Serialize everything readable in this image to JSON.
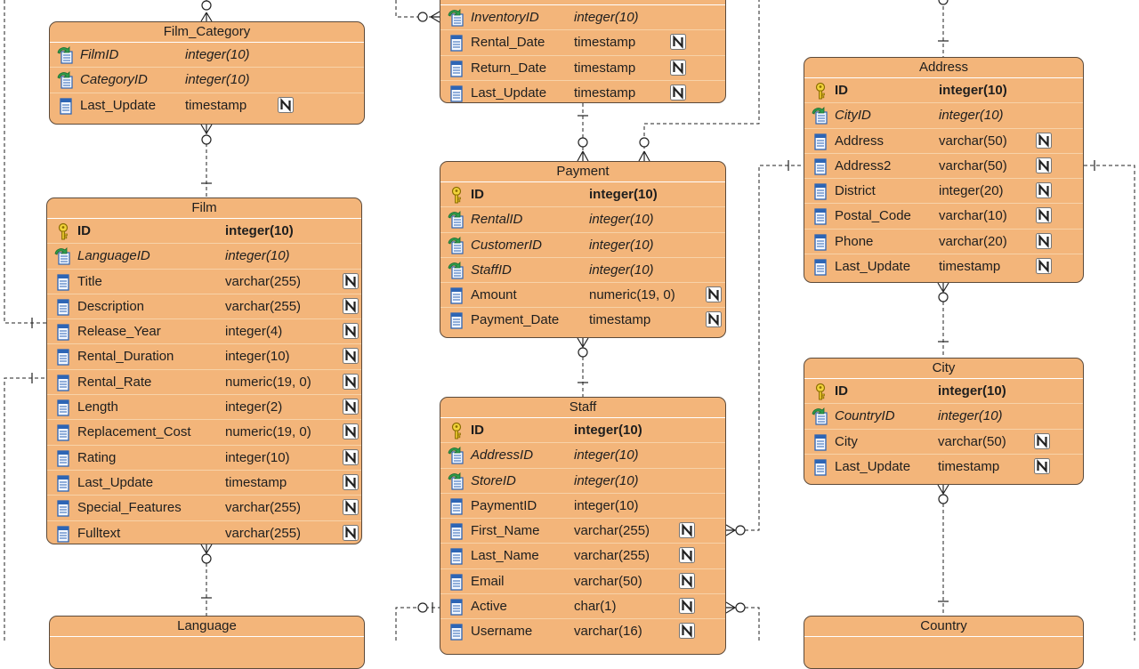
{
  "entities": [
    {
      "key": "inventory-rental",
      "title": "",
      "columns": [
        {
          "name": "InventoryID",
          "type": "integer(10)",
          "kind": "fk",
          "nullable": false
        },
        {
          "name": "Rental_Date",
          "type": "timestamp",
          "kind": "col",
          "nullable": true
        },
        {
          "name": "Return_Date",
          "type": "timestamp",
          "kind": "col",
          "nullable": true
        },
        {
          "name": "Last_Update",
          "type": "timestamp",
          "kind": "col",
          "nullable": true
        }
      ]
    },
    {
      "key": "film-category",
      "title": "Film_Category",
      "columns": [
        {
          "name": "FilmID",
          "type": "integer(10)",
          "kind": "fk",
          "nullable": false
        },
        {
          "name": "CategoryID",
          "type": "integer(10)",
          "kind": "fk",
          "nullable": false
        },
        {
          "name": "Last_Update",
          "type": "timestamp",
          "kind": "col",
          "nullable": true
        }
      ]
    },
    {
      "key": "film",
      "title": "Film",
      "columns": [
        {
          "name": "ID",
          "type": "integer(10)",
          "kind": "pk",
          "nullable": false
        },
        {
          "name": "LanguageID",
          "type": "integer(10)",
          "kind": "fk",
          "nullable": false
        },
        {
          "name": "Title",
          "type": "varchar(255)",
          "kind": "col",
          "nullable": true
        },
        {
          "name": "Description",
          "type": "varchar(255)",
          "kind": "col",
          "nullable": true
        },
        {
          "name": "Release_Year",
          "type": "integer(4)",
          "kind": "col",
          "nullable": true
        },
        {
          "name": "Rental_Duration",
          "type": "integer(10)",
          "kind": "col",
          "nullable": true
        },
        {
          "name": "Rental_Rate",
          "type": "numeric(19, 0)",
          "kind": "col",
          "nullable": true
        },
        {
          "name": "Length",
          "type": "integer(2)",
          "kind": "col",
          "nullable": true
        },
        {
          "name": "Replacement_Cost",
          "type": "numeric(19, 0)",
          "kind": "col",
          "nullable": true
        },
        {
          "name": "Rating",
          "type": "integer(10)",
          "kind": "col",
          "nullable": true
        },
        {
          "name": "Last_Update",
          "type": "timestamp",
          "kind": "col",
          "nullable": true
        },
        {
          "name": "Special_Features",
          "type": "varchar(255)",
          "kind": "col",
          "nullable": true
        },
        {
          "name": "Fulltext",
          "type": "varchar(255)",
          "kind": "col",
          "nullable": true
        }
      ]
    },
    {
      "key": "payment",
      "title": "Payment",
      "columns": [
        {
          "name": "ID",
          "type": "integer(10)",
          "kind": "pk",
          "nullable": false
        },
        {
          "name": "RentalID",
          "type": "integer(10)",
          "kind": "fk",
          "nullable": false
        },
        {
          "name": "CustomerID",
          "type": "integer(10)",
          "kind": "fk",
          "nullable": false
        },
        {
          "name": "StaffID",
          "type": "integer(10)",
          "kind": "fk",
          "nullable": false
        },
        {
          "name": "Amount",
          "type": "numeric(19, 0)",
          "kind": "col",
          "nullable": true
        },
        {
          "name": "Payment_Date",
          "type": "timestamp",
          "kind": "col",
          "nullable": true
        }
      ]
    },
    {
      "key": "staff",
      "title": "Staff",
      "columns": [
        {
          "name": "ID",
          "type": "integer(10)",
          "kind": "pk",
          "nullable": false
        },
        {
          "name": "AddressID",
          "type": "integer(10)",
          "kind": "fk",
          "nullable": false
        },
        {
          "name": "StoreID",
          "type": "integer(10)",
          "kind": "fk",
          "nullable": false
        },
        {
          "name": "PaymentID",
          "type": "integer(10)",
          "kind": "col",
          "nullable": false
        },
        {
          "name": "First_Name",
          "type": "varchar(255)",
          "kind": "col",
          "nullable": true
        },
        {
          "name": "Last_Name",
          "type": "varchar(255)",
          "kind": "col",
          "nullable": true
        },
        {
          "name": "Email",
          "type": "varchar(50)",
          "kind": "col",
          "nullable": true
        },
        {
          "name": "Active",
          "type": "char(1)",
          "kind": "col",
          "nullable": true
        },
        {
          "name": "Username",
          "type": "varchar(16)",
          "kind": "col",
          "nullable": true
        }
      ]
    },
    {
      "key": "address",
      "title": "Address",
      "columns": [
        {
          "name": "ID",
          "type": "integer(10)",
          "kind": "pk",
          "nullable": false
        },
        {
          "name": "CityID",
          "type": "integer(10)",
          "kind": "fk",
          "nullable": false
        },
        {
          "name": "Address",
          "type": "varchar(50)",
          "kind": "col",
          "nullable": true
        },
        {
          "name": "Address2",
          "type": "varchar(50)",
          "kind": "col",
          "nullable": true
        },
        {
          "name": "District",
          "type": "integer(20)",
          "kind": "col",
          "nullable": true
        },
        {
          "name": "Postal_Code",
          "type": "varchar(10)",
          "kind": "col",
          "nullable": true
        },
        {
          "name": "Phone",
          "type": "varchar(20)",
          "kind": "col",
          "nullable": true
        },
        {
          "name": "Last_Update",
          "type": "timestamp",
          "kind": "col",
          "nullable": true
        }
      ]
    },
    {
      "key": "city",
      "title": "City",
      "columns": [
        {
          "name": "ID",
          "type": "integer(10)",
          "kind": "pk",
          "nullable": false
        },
        {
          "name": "CountryID",
          "type": "integer(10)",
          "kind": "fk",
          "nullable": false
        },
        {
          "name": "City",
          "type": "varchar(50)",
          "kind": "col",
          "nullable": true
        },
        {
          "name": "Last_Update",
          "type": "timestamp",
          "kind": "col",
          "nullable": true
        }
      ]
    },
    {
      "key": "language",
      "title": "Language",
      "columns": []
    },
    {
      "key": "country",
      "title": "Country",
      "columns": []
    }
  ],
  "colors": {
    "entity_fill": "#f3b57a",
    "entity_border": "#5c4a3a",
    "connector": "#222222"
  }
}
